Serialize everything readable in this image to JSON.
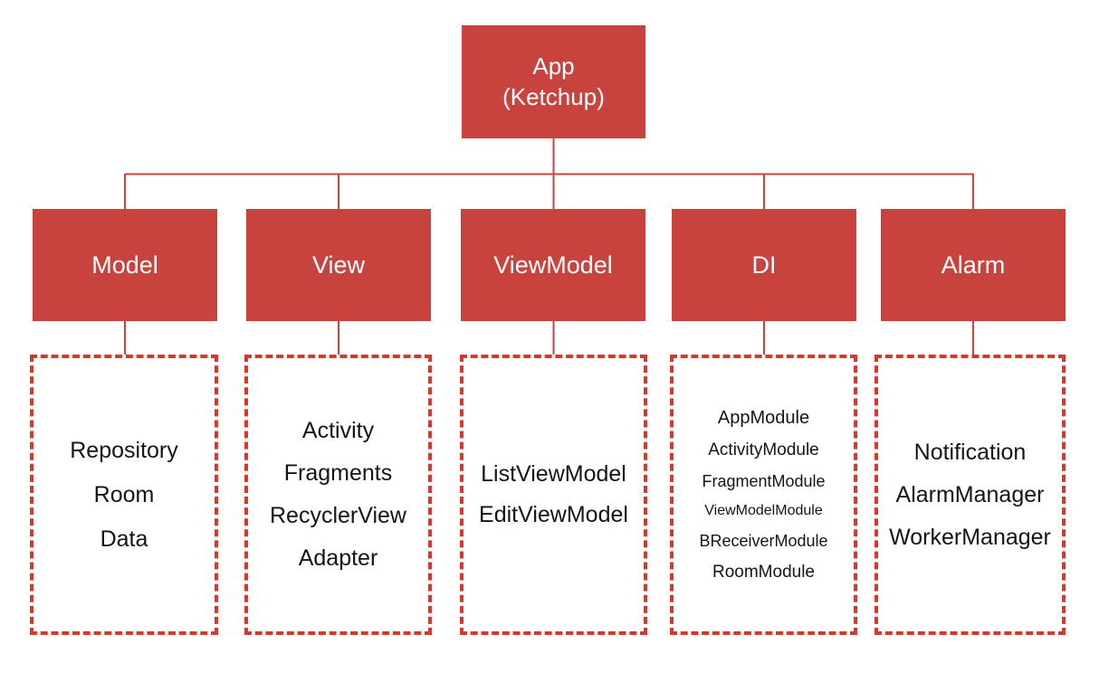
{
  "diagram": {
    "type": "hierarchy-tree",
    "title": "App (Ketchup) architecture",
    "colors": {
      "node_fill": "#C9433E",
      "node_text": "#FFFFFF",
      "dashed_border": "#D8372C",
      "connector": "#C9433E",
      "item_text": "#151515",
      "background": "#FFFFFF"
    }
  },
  "root": {
    "line1": "App",
    "line2": "(Ketchup)"
  },
  "columns": [
    {
      "key": "model",
      "label": "Model",
      "items": [
        "Repository",
        "Room",
        "Data"
      ]
    },
    {
      "key": "view",
      "label": "View",
      "items": [
        "Activity",
        "Fragments",
        "RecyclerView",
        "Adapter"
      ]
    },
    {
      "key": "viewmodel",
      "label": "ViewModel",
      "items": [
        "ListViewModel",
        "EditViewModel"
      ]
    },
    {
      "key": "di",
      "label": "DI",
      "items": [
        "AppModule",
        "ActivityModule",
        "FragmentModule",
        "ViewModelModule",
        "BReceiverModule",
        "RoomModule"
      ]
    },
    {
      "key": "alarm",
      "label": "Alarm",
      "items": [
        "Notification",
        "AlarmManager",
        "WorkerManager"
      ]
    }
  ]
}
